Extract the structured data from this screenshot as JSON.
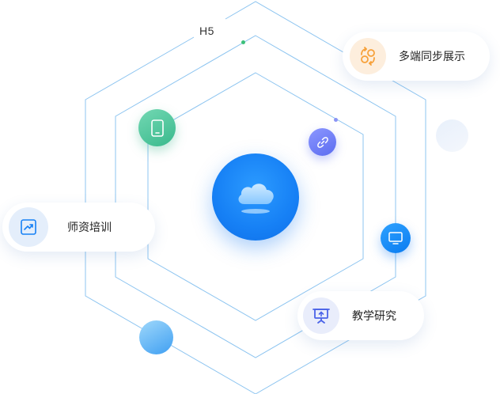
{
  "labels": {
    "h5": "H5"
  },
  "features": {
    "sync": {
      "label": "多端同步展示",
      "icon": "sync-arrows-icon"
    },
    "training": {
      "label": "师资培训",
      "icon": "trend-chart-icon"
    },
    "research": {
      "label": "教学研究",
      "icon": "presentation-board-icon"
    }
  },
  "nodes": {
    "phone": {
      "icon": "mobile-phone-icon"
    },
    "link": {
      "icon": "link-icon"
    },
    "monitor": {
      "icon": "monitor-icon"
    },
    "center": {
      "icon": "cloud-icon"
    }
  },
  "colors": {
    "hex_line": "#8cc4f0",
    "primary_blue": "#1680f5",
    "green_node": "#39b98c",
    "purple_node": "#5b6cf0",
    "orange_icon": "#f7a13a"
  }
}
